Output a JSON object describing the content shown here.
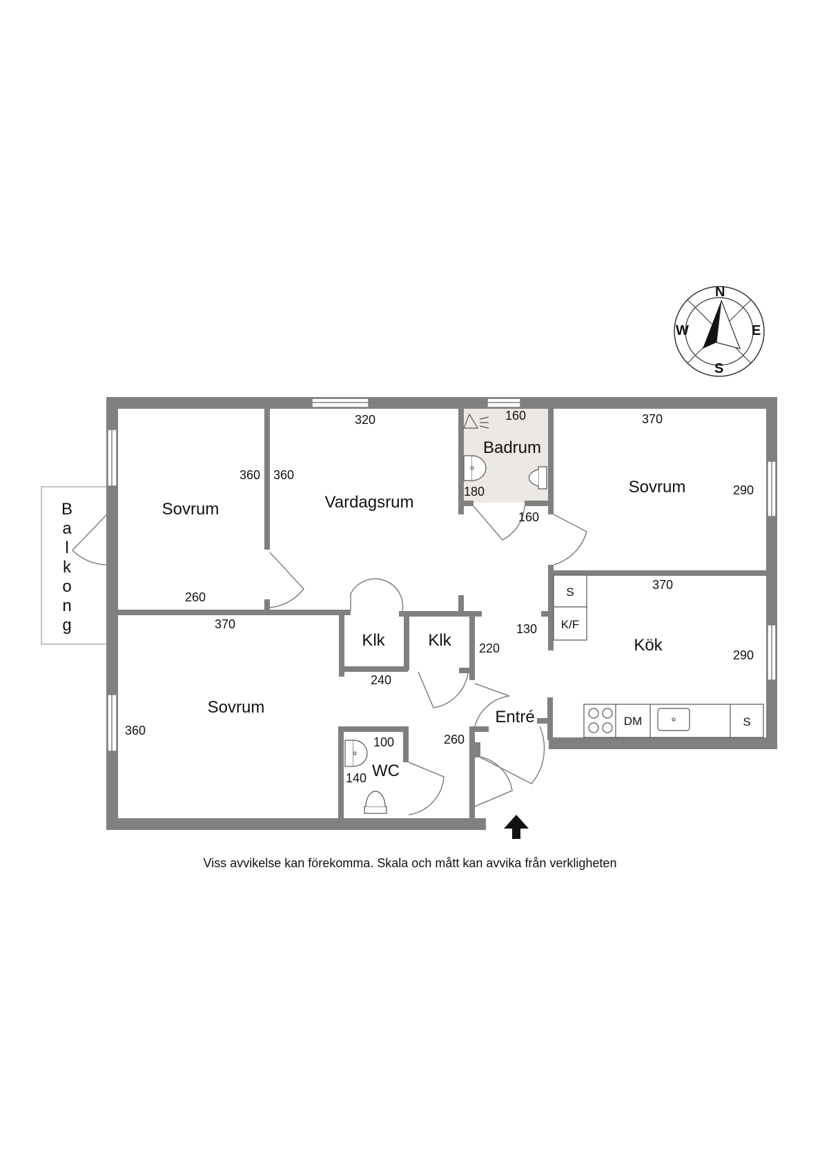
{
  "rooms": {
    "balkong": "Balkong",
    "sovrum_nw": "Sovrum",
    "vardagsrum": "Vardagsrum",
    "badrum": "Badrum",
    "sovrum_ne": "Sovrum",
    "klk_1": "Klk",
    "klk_2": "Klk",
    "kok": "Kök",
    "sovrum_sw": "Sovrum",
    "entre": "Entré",
    "wc": "WC"
  },
  "dimensions": {
    "vardagsrum_width": "320",
    "sovrum_nw_height": "360",
    "vardagsrum_height": "360",
    "sovrum_nw_width": "260",
    "badrum_width": "160",
    "badrum_height": "180",
    "hall_width": "160",
    "sovrum_ne_width": "370",
    "sovrum_ne_height": "290",
    "kok_width": "370",
    "kok_height": "290",
    "hall_130": "130",
    "hall_220": "220",
    "sovrum_sw_width": "370",
    "sovrum_sw_height": "360",
    "klk_240": "240",
    "entre_260": "260",
    "wc_width": "100",
    "wc_height": "140"
  },
  "fixtures": {
    "fridge_s": "S",
    "fridge_kf": "K/F",
    "dishwasher": "DM",
    "cabinet_s": "S"
  },
  "compass": {
    "n": "N",
    "e": "E",
    "s": "S",
    "w": "W"
  },
  "disclaimer": "Viss avvikelse kan förekomma. Skala och mått kan avvika från verkligheten",
  "colors": {
    "wall": "#808080",
    "bathroom_floor": "#ece8e3",
    "text": "#111111"
  }
}
